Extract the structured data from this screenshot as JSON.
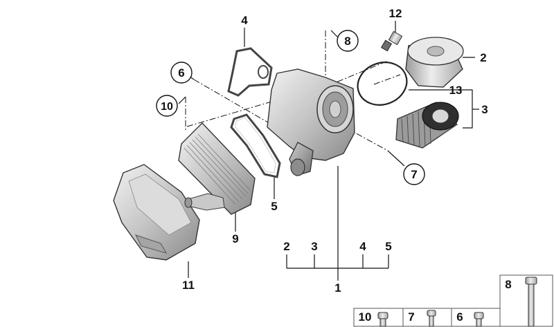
{
  "callouts": {
    "c1": "1",
    "c2": "2",
    "c3": "3",
    "c4": "4",
    "c5": "5",
    "c6": "6",
    "c7": "7",
    "c8": "8",
    "c9": "9",
    "c10": "10",
    "c11": "11",
    "c12": "12",
    "c13": "13"
  },
  "bracket_1": [
    "2",
    "3",
    "4",
    "5"
  ],
  "hardware_panel": [
    "8",
    "10",
    "7",
    "6"
  ],
  "colors": {
    "line": "#111111",
    "part_light": "#e2e2e2",
    "part_mid": "#b9b9b9",
    "part_dark": "#7d7d7d"
  }
}
